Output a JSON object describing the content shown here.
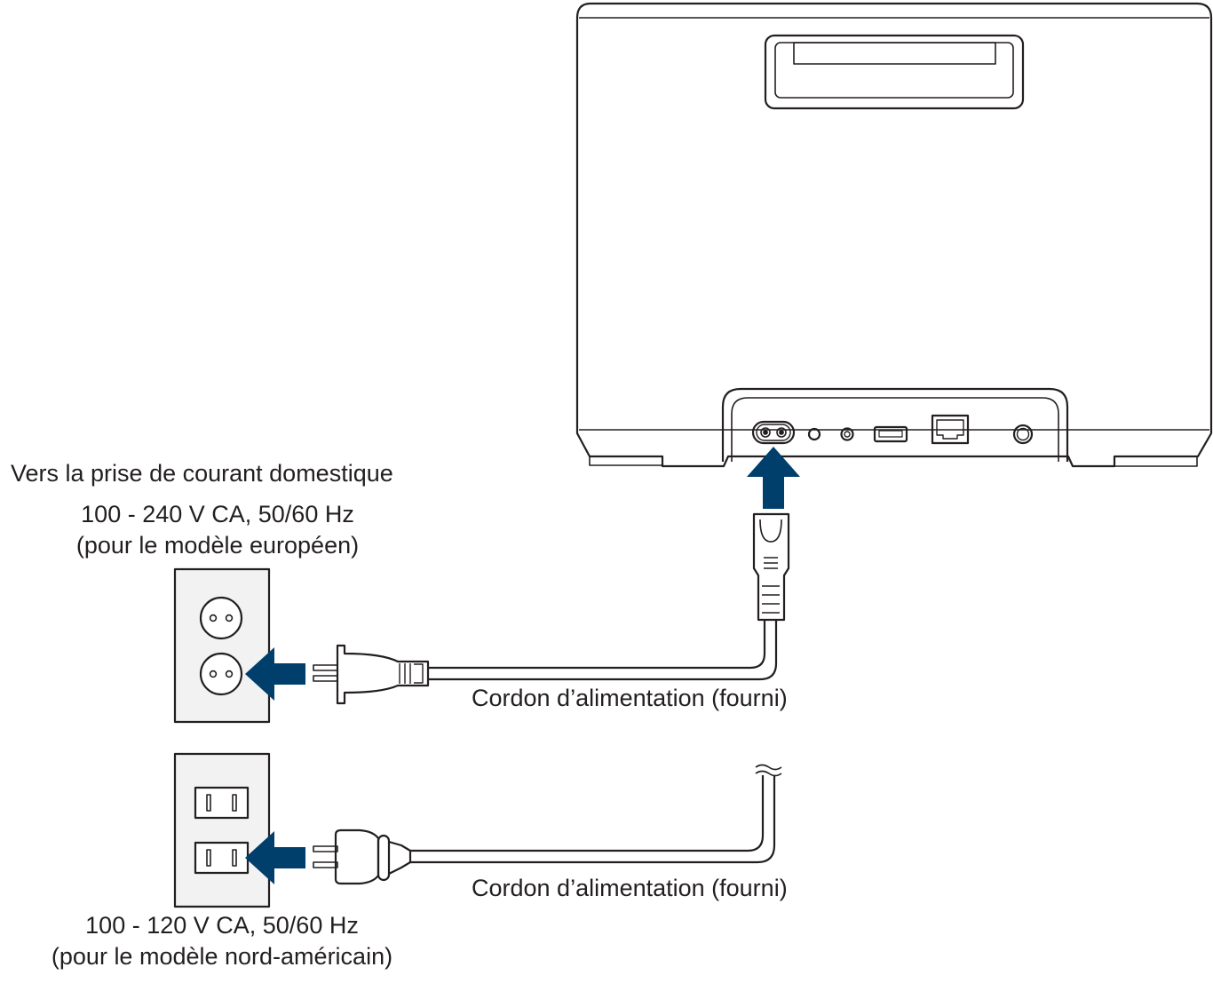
{
  "labels": {
    "destination": "Vers la prise de courant domestique",
    "eu_voltage": "100 - 240 V CA, 50/60 Hz",
    "eu_model": "(pour le modèle européen)",
    "na_voltage": "100 - 120 V CA, 50/60 Hz",
    "na_model": "(pour le modèle nord-américain)",
    "cord_eu": "Cordon d’alimentation (fourni)",
    "cord_na": "Cordon d’alimentation (fourni)"
  },
  "colors": {
    "arrow": "#003e6c",
    "line": "#231f20",
    "outlet_fill": "#f2f2f2"
  }
}
